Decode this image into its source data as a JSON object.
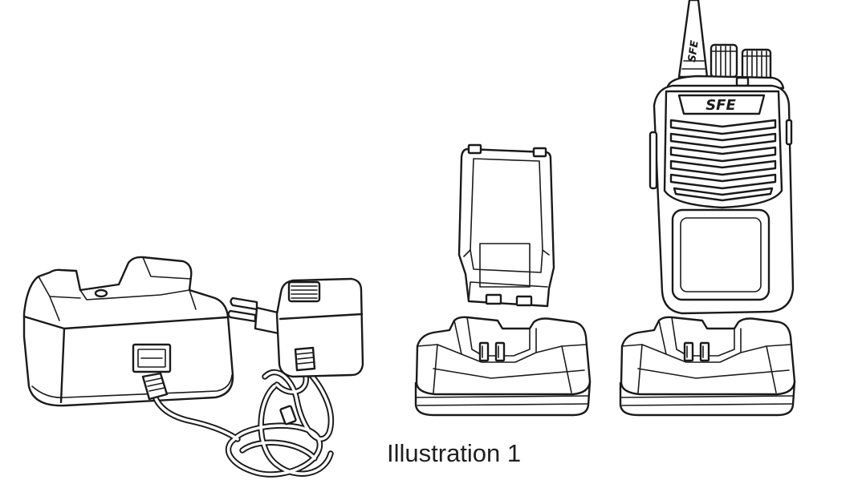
{
  "figure": {
    "caption": "Illustration 1"
  },
  "logos": {
    "radio_front": "SFE",
    "radio_antenna": "SFE"
  }
}
